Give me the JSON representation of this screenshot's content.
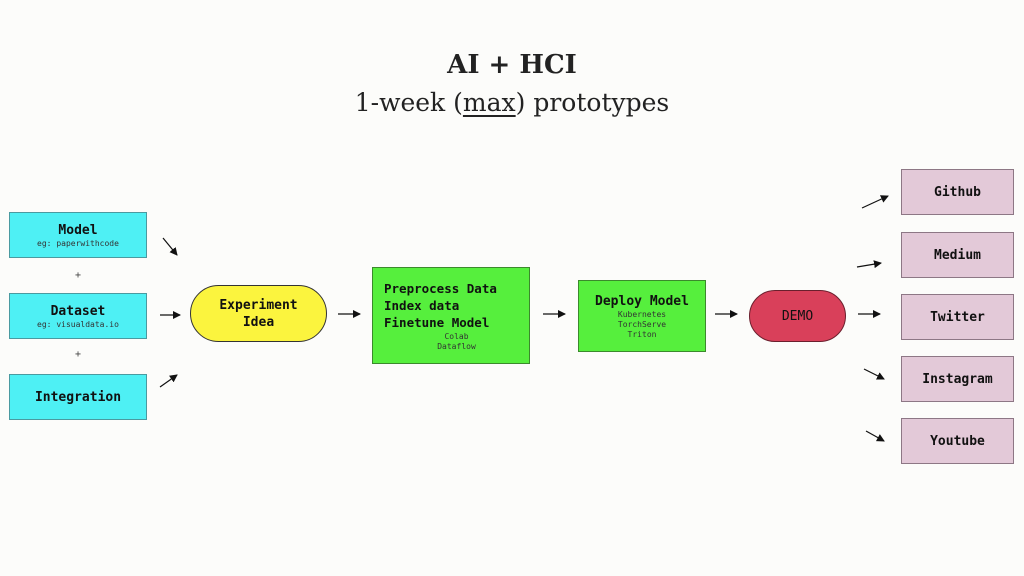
{
  "header": {
    "title": "AI + HCI",
    "subtitle_pre": "1-week ",
    "subtitle_open": "(",
    "subtitle_under": "max",
    "subtitle_close": ")",
    "subtitle_post": " prototypes"
  },
  "inputs": {
    "model": {
      "label": "Model",
      "sub": "eg: paperwithcode"
    },
    "dataset": {
      "label": "Dataset",
      "sub": "eg: visualdata.io"
    },
    "integration": {
      "label": "Integration"
    },
    "plus": "+"
  },
  "experiment": {
    "line1": "Experiment",
    "line2": "Idea"
  },
  "process": {
    "line1": "Preprocess Data",
    "line2": "Index data",
    "line3": "Finetune Model",
    "tool1": "Colab",
    "tool2": "Dataflow"
  },
  "deploy": {
    "label": "Deploy Model",
    "tool1": "Kubernetes",
    "tool2": "TorchServe",
    "tool3": "Triton"
  },
  "demo": {
    "label": "DEMO"
  },
  "outputs": [
    "Github",
    "Medium",
    "Twitter",
    "Instagram",
    "Youtube"
  ],
  "colors": {
    "input": "#4ef0f4",
    "experiment": "#fbf43e",
    "process": "#56ef3d",
    "demo": "#d9405a",
    "output": "#e3c9d8"
  }
}
